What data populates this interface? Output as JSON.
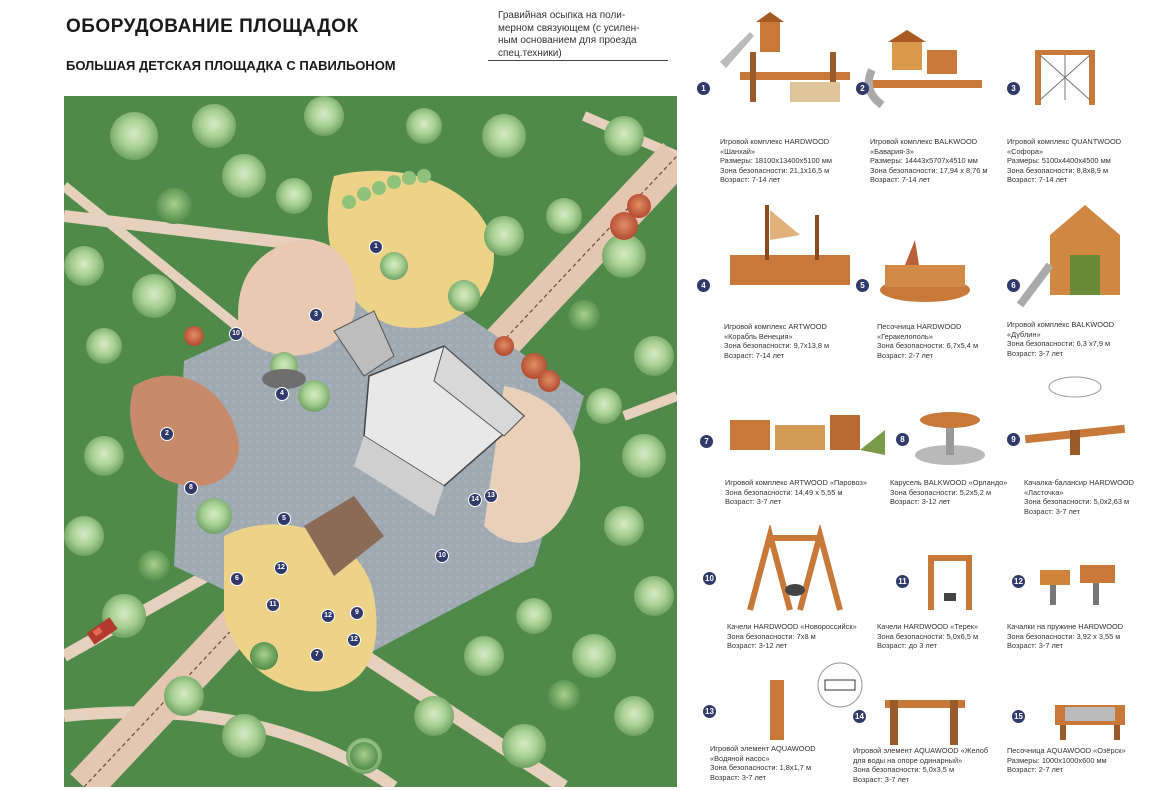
{
  "header": {
    "title": "ОБОРУДОВАНИЕ ПЛОЩАДОК",
    "subtitle": "БОЛЬШАЯ ДЕТСКАЯ ПЛОЩАДКА С ПАВИЛЬОНОМ",
    "note_lines": [
      "Гравийная осыпка на поли-",
      "мерном связующем (с усилен-",
      "ным основанием для проезда",
      "спец.техники)"
    ]
  },
  "map_markers": [
    "1",
    "2",
    "3",
    "4",
    "5",
    "6",
    "7",
    "8",
    "9",
    "10",
    "10",
    "11",
    "12",
    "12",
    "12",
    "13",
    "14"
  ],
  "equipment": [
    {
      "num": "1",
      "title": "Игровой комплекс HARDWOOD",
      "name": "«Шанхай»",
      "size": "Размеры: 18100х13400х5100 мм",
      "zone": "Зона безопасности: 21,1х16,5 м",
      "age": "Возраст: 7-14 лет"
    },
    {
      "num": "2",
      "title": "Игровой комплекс BALKWOOD",
      "name": "«Бавария-3»",
      "size": "Размеры: 14443х5707х4510 мм",
      "zone": "Зона безопасности: 17,94 х 8,76 м",
      "age": "Возраст: 7-14 лет"
    },
    {
      "num": "3",
      "title": "Игровой комплекс QUANTWOOD",
      "name": "«Софора»",
      "size": "Размеры: 5100х4400х4500 мм",
      "zone": "Зона безопасности: 8,8х8,9 м",
      "age": "Возраст: 7-14 лет"
    },
    {
      "num": "4",
      "title": "Игровой комплекс ARTWOOD",
      "name": "«Корабль Венеция»",
      "size": "",
      "zone": "Зона безопасности: 9,7х13,8 м",
      "age": "Возраст: 7-14 лет"
    },
    {
      "num": "5",
      "title": "Песочница HARDWOOD",
      "name": "«Геракелополь»",
      "size": "",
      "zone": "Зона безопасности: 6,7х5,4 м",
      "age": "Возраст: 2-7 лет"
    },
    {
      "num": "6",
      "title": "Игровой комплекс BALKWOOD",
      "name": "«Дублин»",
      "size": "",
      "zone": "Зона безопасности: 6,3 х7,9 м",
      "age": "Возраст: 3-7 лет"
    },
    {
      "num": "7",
      "title": "Игровой комплекс ARTWOOD «Паровоз»",
      "name": "",
      "size": "",
      "zone": "Зона безопасности: 14,49 х 5,55 м",
      "age": "Возраст: 3-7 лет"
    },
    {
      "num": "8",
      "title": "Карусель BALKWOOD «Орландо»",
      "name": "",
      "size": "",
      "zone": "Зона безопасности: 5,2х5,2 м",
      "age": "Возраст: 3-12 лет"
    },
    {
      "num": "9",
      "title": "Качалка-балансир HARDWOOD",
      "name": "«Ласточка»",
      "size": "",
      "zone": "Зона безопасности: 5,0х2,63 м",
      "age": "Возраст: 3-7 лет"
    },
    {
      "num": "10",
      "title": "Качели HARDWOOD «Новороссийск»",
      "name": "",
      "size": "",
      "zone": "Зона безопасности: 7х8 м",
      "age": "Возраст: 3-12 лет"
    },
    {
      "num": "11",
      "title": "Качели HARDWOOD «Терек»",
      "name": "",
      "size": "",
      "zone": "Зона безопасности: 5,0х6,5 м",
      "age": "Возраст: до 3 лет"
    },
    {
      "num": "12",
      "title": "Качалки на пружине HARDWOOD",
      "name": "",
      "size": "",
      "zone": "Зона безопасности: 3,92 х 3,55 м",
      "age": "Возраст: 3-7 лет"
    },
    {
      "num": "13",
      "title": "Игровой элемент AQUAWOOD",
      "name": "«Водяной насос»",
      "size": "",
      "zone": "Зона безопасности: 1,8х1,7 м",
      "age": "Возраст: 3-7 лет"
    },
    {
      "num": "14",
      "title": "Игровой элемент AQUAWOOD «Желоб",
      "name": "для воды на опоре одинарный»",
      "size": "",
      "zone": "Зона безопасности: 5,0х3,5 м",
      "age": "Возраст: 3-7 лет"
    },
    {
      "num": "15",
      "title": "Песочница AQUAWOOD «Озёрск»",
      "name": "",
      "size": "Размеры: 1000х1000х600 мм",
      "zone": "",
      "age": "Возраст: 2-7 лет"
    }
  ],
  "colors": {
    "badge": "#2f3a6b",
    "wood": "#c8793a",
    "grass": "#4f8a4a",
    "tree": "#9fc98a",
    "path": "#e7d1be",
    "pave": "#9aa5ae",
    "sand": "#ecd388"
  }
}
